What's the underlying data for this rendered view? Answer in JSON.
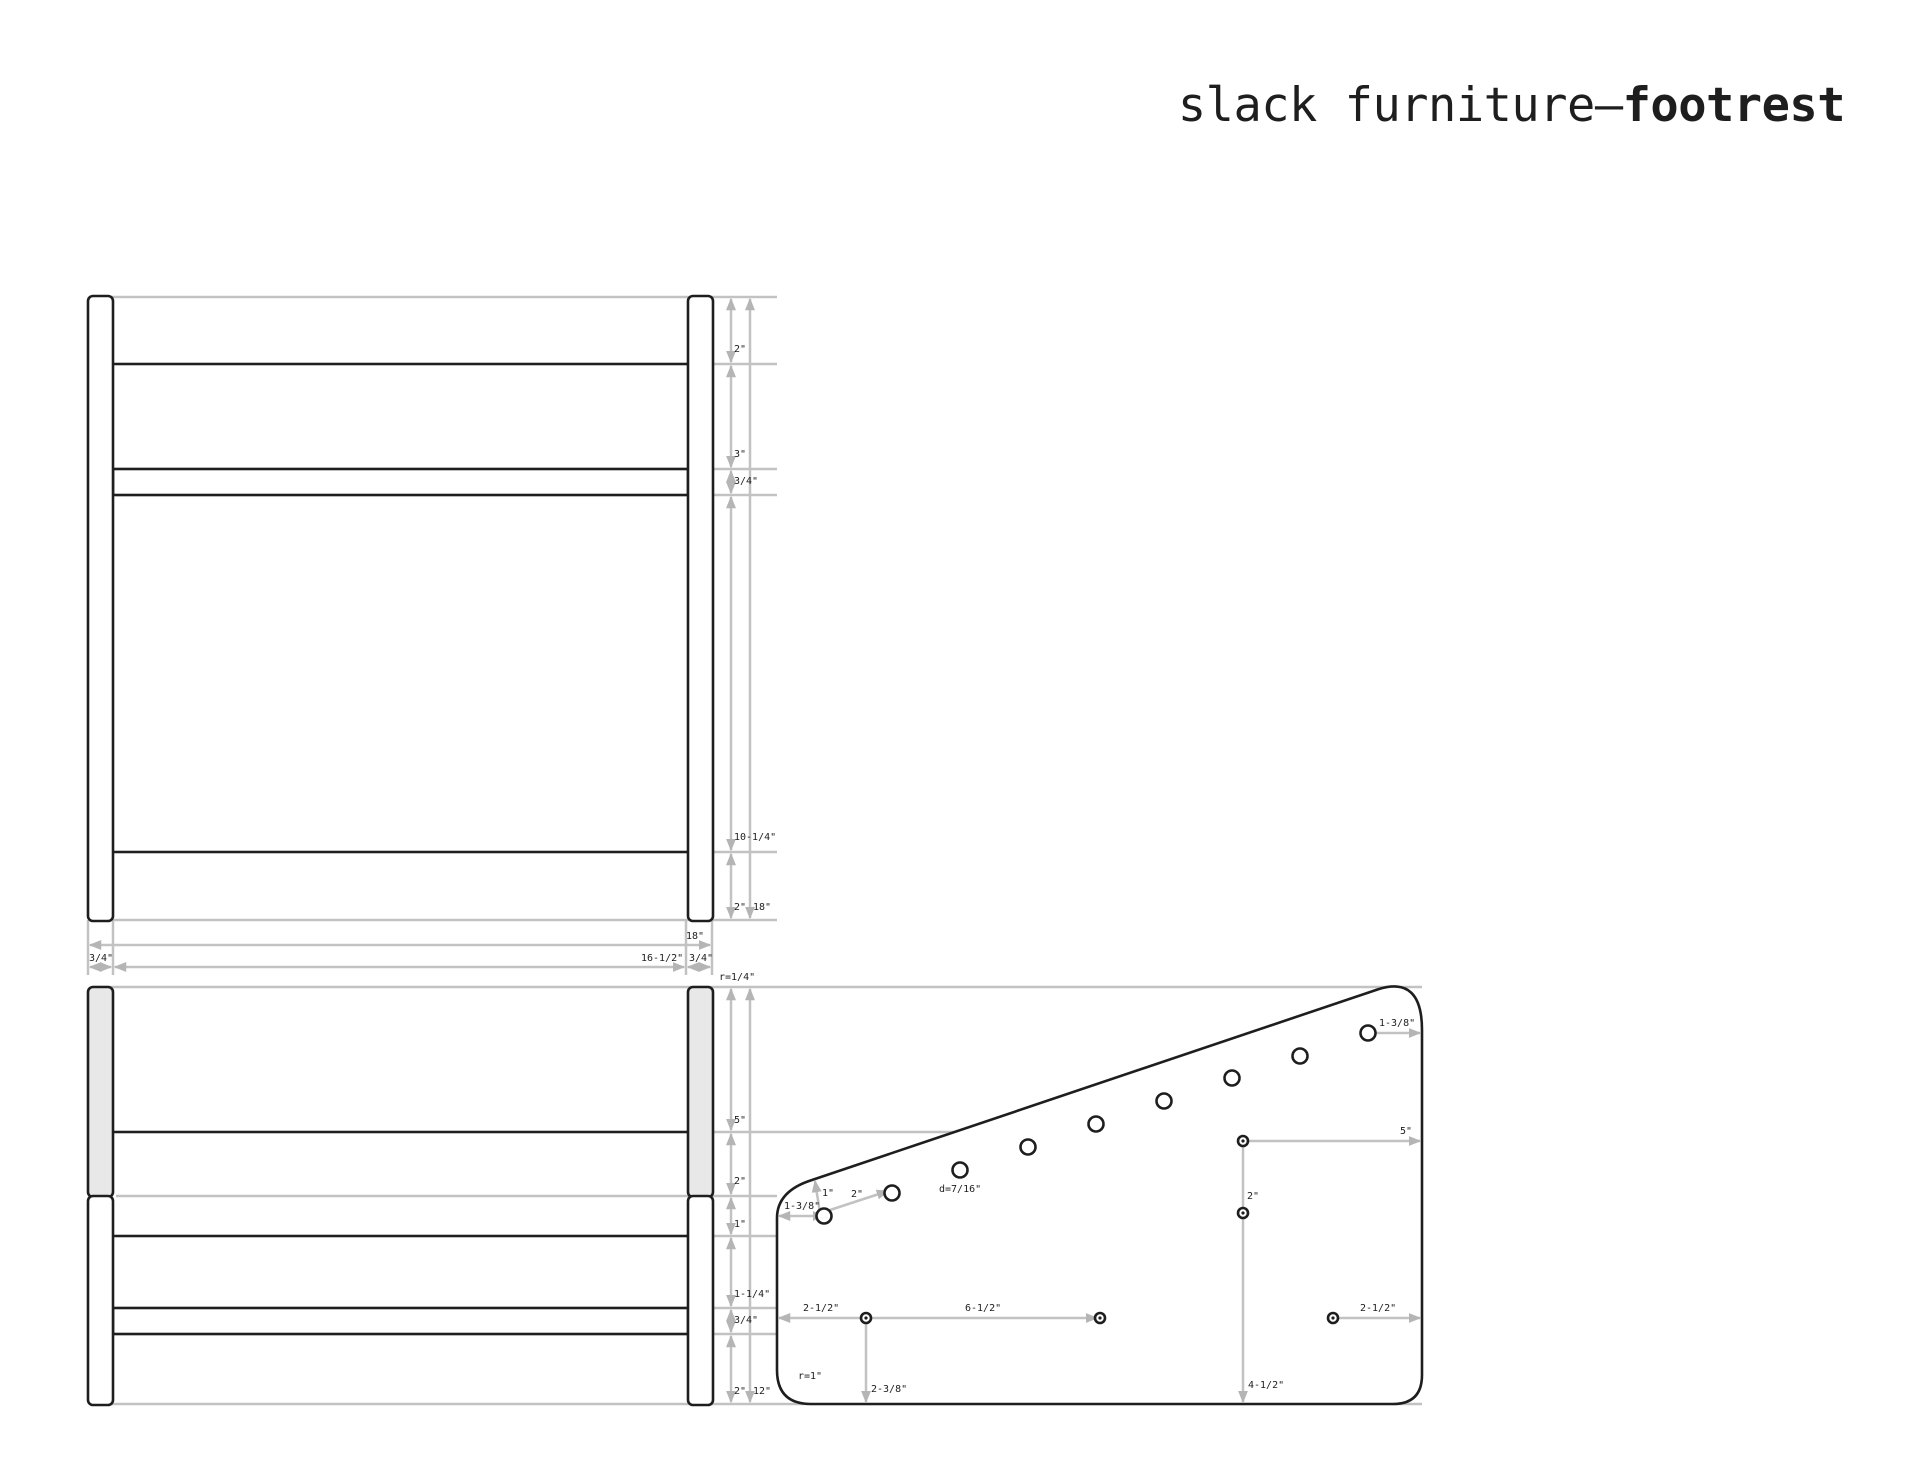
{
  "title": {
    "regular": "slack furniture–",
    "bold": "footrest"
  },
  "front_view": {
    "heights": [
      "2\"",
      "3\"",
      "3/4\"",
      "10-1/4\"",
      "2\""
    ],
    "total_height": "18\"",
    "widths": {
      "total": "18\"",
      "left_leg": "3/4\"",
      "inner": "16-1/2\"",
      "right_leg": "3/4\""
    }
  },
  "side_view": {
    "corner_radius_top": "r=1/4\"",
    "heights": [
      "5\"",
      "2\"",
      "1\"",
      "1-1/4\"",
      "3/4\"",
      "2\""
    ],
    "total_height": "12\""
  },
  "side_panel": {
    "labels": {
      "edge_offset": "1-3/8\"",
      "hole_rise": "1\"",
      "hole_spacing": "2\"",
      "hole_diameter": "d=7/16\"",
      "top_right_offset": "1-3/8\"",
      "right_horizontal": "5\"",
      "vertical_spacing": "2\"",
      "bottom_left_offset": "2-1/2\"",
      "bottom_spacing": "6-1/2\"",
      "bottom_right_offset": "2-1/2\"",
      "corner_radius": "r=1\"",
      "bottom_height": "2-3/8\"",
      "right_height": "4-1/2\""
    }
  }
}
